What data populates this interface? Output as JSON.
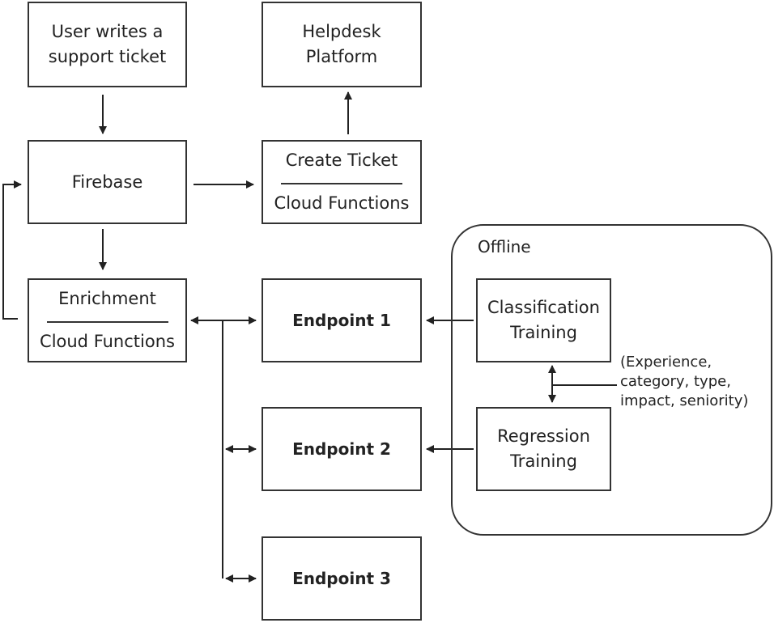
{
  "nodes": {
    "user_ticket": {
      "lines": [
        "User writes a",
        "support ticket"
      ]
    },
    "helpdesk": {
      "lines": [
        "Helpdesk",
        "Platform"
      ]
    },
    "firebase": {
      "label": "Firebase"
    },
    "create_ticket": {
      "top": "Create Ticket",
      "bottom": "Cloud Functions"
    },
    "enrichment": {
      "top": "Enrichment",
      "bottom": "Cloud Functions"
    },
    "endpoint_1": {
      "label": "Endpoint 1"
    },
    "endpoint_2": {
      "label": "Endpoint 2"
    },
    "endpoint_3": {
      "label": "Endpoint 3"
    },
    "classification": {
      "lines": [
        "Classification",
        "Training"
      ]
    },
    "regression": {
      "lines": [
        "Regression",
        "Training"
      ]
    }
  },
  "offline_group": {
    "label": "Offline"
  },
  "annotation": {
    "lines": [
      "(Experience,",
      "category, type,",
      "impact, seniority)"
    ]
  },
  "colors": {
    "stroke": "#333333",
    "text": "#222222",
    "background": "#ffffff"
  }
}
